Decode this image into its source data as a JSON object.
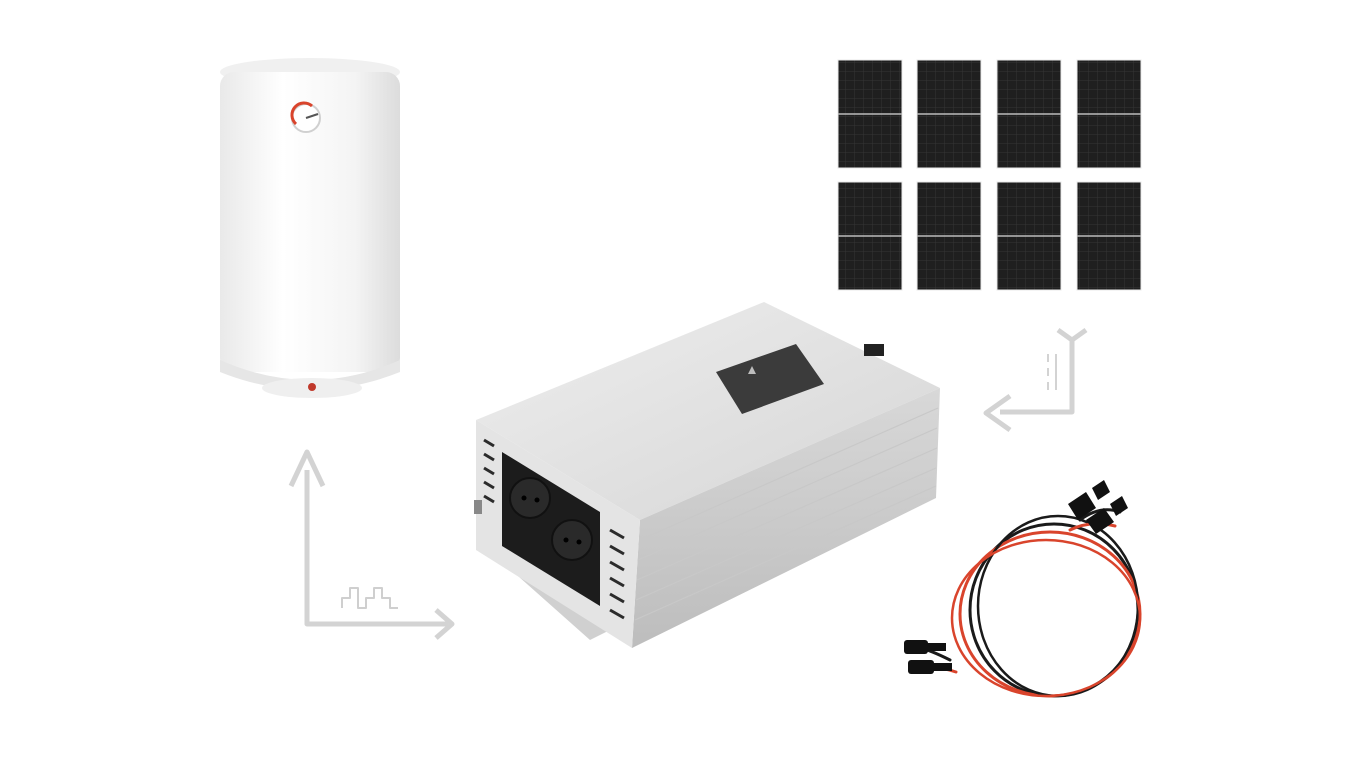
{
  "scene": {
    "background": "#ffffff",
    "objects": [
      {
        "id": "water-heater",
        "icon": "water-heater-icon"
      },
      {
        "id": "solar-panels",
        "icon": "solar-panel-icon",
        "panel_count": 8,
        "rows": 2,
        "columns": 4
      },
      {
        "id": "inverter",
        "icon": "inverter-icon",
        "outlet_count": 2
      },
      {
        "id": "cables",
        "icon": "cable-icon",
        "colors": [
          "#1a1a1a",
          "#d9442c"
        ]
      }
    ],
    "flow_arrows": [
      {
        "id": "dc-arrow",
        "icon": "dc-symbol-icon",
        "direction": "panels-to-inverter"
      },
      {
        "id": "ac-arrow",
        "icon": "ac-wave-icon",
        "direction": "inverter-to-heater"
      }
    ],
    "colors": {
      "arrow": "#d3d3d3",
      "inverter_body": "#dcdcdc",
      "panel_cell": "#1e1e1e",
      "heater_body": "#f7f7f7",
      "accent_red": "#d9442c"
    }
  }
}
